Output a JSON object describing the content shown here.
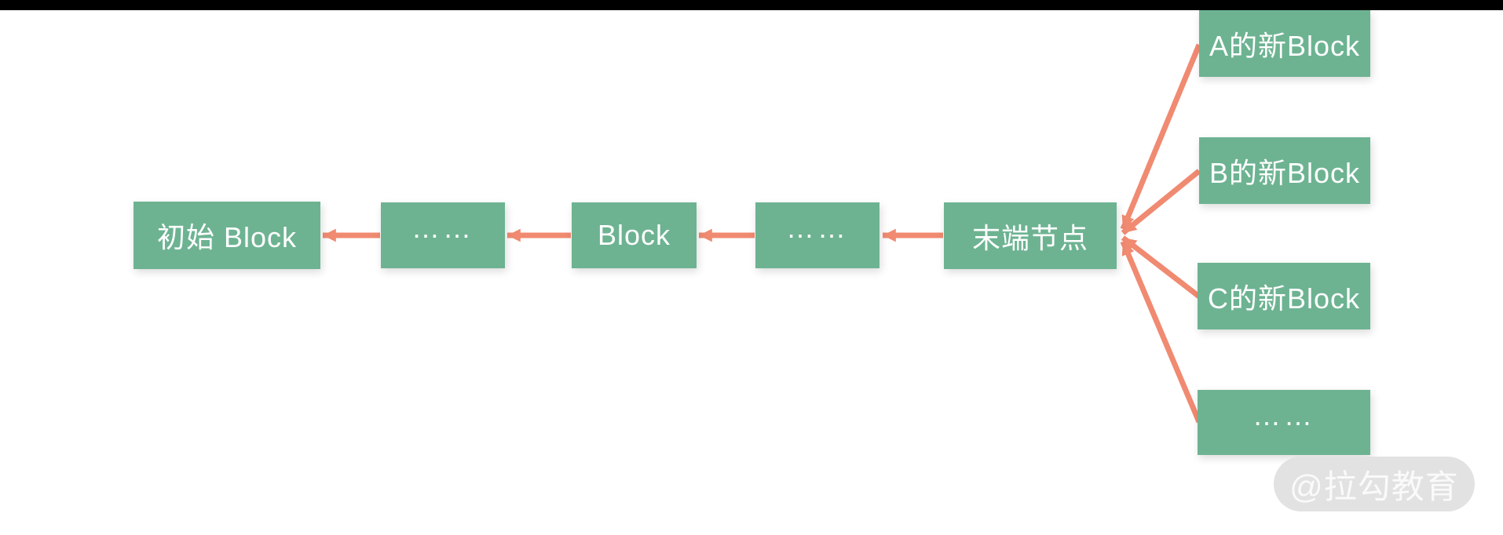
{
  "colors": {
    "node_green": "#6db392",
    "arrow_salmon": "#f08a71",
    "node_text": "#ffffff",
    "watermark_bg": "#e2e2e2",
    "watermark_text": "#fafafa",
    "top_bar": "#000000",
    "page_bg": "#ffffff"
  },
  "diagram": {
    "chain_nodes": [
      {
        "id": "genesis",
        "label": "初始 Block"
      },
      {
        "id": "ellipsis-1",
        "label": "……"
      },
      {
        "id": "block",
        "label": "Block"
      },
      {
        "id": "ellipsis-2",
        "label": "……"
      },
      {
        "id": "terminal",
        "label": "末端节点"
      }
    ],
    "branch_nodes": [
      {
        "id": "new-block-a",
        "label": "A的新Block"
      },
      {
        "id": "new-block-b",
        "label": "B的新Block"
      },
      {
        "id": "new-block-c",
        "label": "C的新Block"
      },
      {
        "id": "new-block-ellipsis",
        "label": "……"
      }
    ],
    "edges": [
      {
        "from": "ellipsis-1",
        "to": "genesis"
      },
      {
        "from": "block",
        "to": "ellipsis-1"
      },
      {
        "from": "ellipsis-2",
        "to": "block"
      },
      {
        "from": "terminal",
        "to": "ellipsis-2"
      },
      {
        "from": "new-block-a",
        "to": "terminal"
      },
      {
        "from": "new-block-b",
        "to": "terminal"
      },
      {
        "from": "new-block-c",
        "to": "terminal"
      },
      {
        "from": "new-block-ellipsis",
        "to": "terminal"
      }
    ]
  },
  "watermark": {
    "label": "@拉勾教育"
  }
}
